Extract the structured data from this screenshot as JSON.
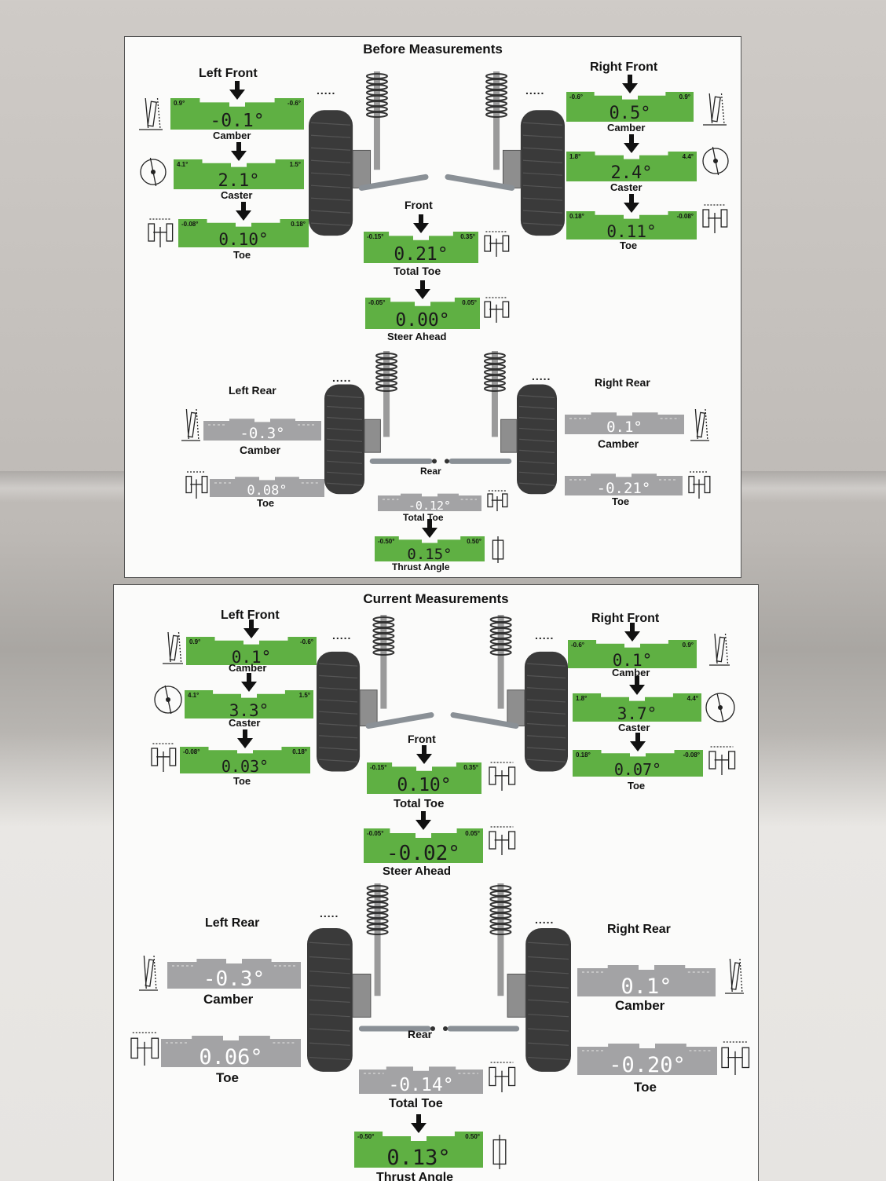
{
  "before": {
    "title": "Before Measurements",
    "left_front": {
      "heading": "Left Front",
      "camber": {
        "label": "Camber",
        "value": "-0.1°",
        "min": "0.9°",
        "max": "-0.6°"
      },
      "caster": {
        "label": "Caster",
        "value": "2.1°",
        "min": "4.1°",
        "max": "1.5°"
      },
      "toe": {
        "label": "Toe",
        "value": "0.10°",
        "min": "-0.08°",
        "max": "0.18°"
      }
    },
    "right_front": {
      "heading": "Right Front",
      "camber": {
        "label": "Camber",
        "value": "0.5°",
        "min": "-0.6°",
        "max": "0.9°"
      },
      "caster": {
        "label": "Caster",
        "value": "2.4°",
        "min": "1.8°",
        "max": "4.4°"
      },
      "toe": {
        "label": "Toe",
        "value": "0.11°",
        "min": "0.18°",
        "max": "-0.08°"
      }
    },
    "front_label": "Front",
    "total_toe": {
      "label": "Total Toe",
      "value": "0.21°",
      "min": "-0.15°",
      "max": "0.35°"
    },
    "steer_ahead": {
      "label": "Steer Ahead",
      "value": "0.00°",
      "min": "-0.05°",
      "max": "0.05°"
    },
    "left_rear": {
      "heading": "Left Rear",
      "camber": {
        "label": "Camber",
        "value": "-0.3°"
      },
      "toe": {
        "label": "Toe",
        "value": "0.08°"
      }
    },
    "right_rear": {
      "heading": "Right Rear",
      "camber": {
        "label": "Camber",
        "value": "0.1°"
      },
      "toe": {
        "label": "Toe",
        "value": "-0.21°"
      }
    },
    "rear_label": "Rear",
    "rear_total_toe": {
      "label": "Total Toe",
      "value": "-0.12°"
    },
    "thrust_angle": {
      "label": "Thrust Angle",
      "value": "0.15°",
      "min": "-0.50°",
      "max": "0.50°"
    },
    "dots": "....."
  },
  "current": {
    "title": "Current Measurements",
    "left_front": {
      "heading": "Left Front",
      "camber": {
        "label": "Camber",
        "value": "0.1°",
        "min": "0.9°",
        "max": "-0.6°"
      },
      "caster": {
        "label": "Caster",
        "value": "3.3°",
        "min": "4.1°",
        "max": "1.5°"
      },
      "toe": {
        "label": "Toe",
        "value": "0.03°",
        "min": "-0.08°",
        "max": "0.18°"
      }
    },
    "right_front": {
      "heading": "Right Front",
      "camber": {
        "label": "Camber",
        "value": "0.1°",
        "min": "-0.6°",
        "max": "0.9°"
      },
      "caster": {
        "label": "Caster",
        "value": "3.7°",
        "min": "1.8°",
        "max": "4.4°"
      },
      "toe": {
        "label": "Toe",
        "value": "0.07°",
        "min": "0.18°",
        "max": "-0.08°"
      }
    },
    "front_label": "Front",
    "total_toe": {
      "label": "Total Toe",
      "value": "0.10°",
      "min": "-0.15°",
      "max": "0.35°"
    },
    "steer_ahead": {
      "label": "Steer Ahead",
      "value": "-0.02°",
      "min": "-0.05°",
      "max": "0.05°"
    },
    "left_rear": {
      "heading": "Left Rear",
      "camber": {
        "label": "Camber",
        "value": "-0.3°"
      },
      "toe": {
        "label": "Toe",
        "value": "0.06°"
      }
    },
    "right_rear": {
      "heading": "Right Rear",
      "camber": {
        "label": "Camber",
        "value": "0.1°"
      },
      "toe": {
        "label": "Toe",
        "value": "-0.20°"
      }
    },
    "rear_label": "Rear",
    "rear_total_toe": {
      "label": "Total Toe",
      "value": "-0.14°"
    },
    "thrust_angle": {
      "label": "Thrust Angle",
      "value": "0.13°",
      "min": "-0.50°",
      "max": "0.50°"
    },
    "dots": "....."
  },
  "colors": {
    "in_spec": "#5fb043",
    "not_measured": "#a3a3a5",
    "paper": "#fbfbfa"
  },
  "icons": [
    "camber-icon",
    "caster-icon",
    "toe-icon",
    "total-toe-icon",
    "steer-ahead-icon",
    "thrust-angle-icon",
    "front-suspension-icon",
    "rear-suspension-icon"
  ]
}
